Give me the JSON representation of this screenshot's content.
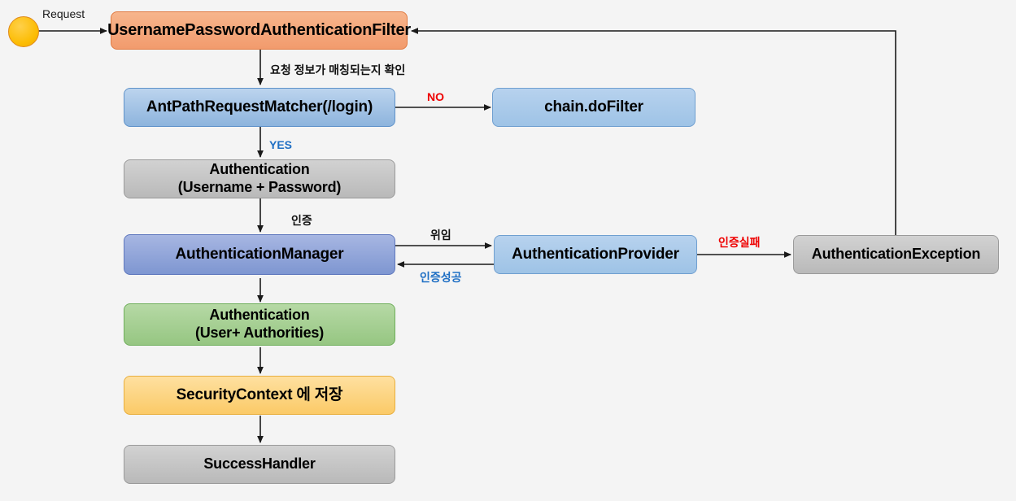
{
  "diagram": {
    "title": "Spring Security UsernamePasswordAuthenticationFilter flow",
    "background_color": "#f4f4f4",
    "colors": {
      "orange": "#f29b6d",
      "blue": "#8db4dd",
      "light_blue": "#9ec3e6",
      "gray": "#c3c3c3",
      "periwinkle": "#8096d3",
      "green": "#a5ce93",
      "yellow": "#fcd57f",
      "start_circle": "#fcbd05",
      "red_label": "#ee0000",
      "blue_label": "#1f6fc4",
      "edge_stroke": "#1a1a1a"
    },
    "start_node": {
      "name": "request-start"
    },
    "nodes": [
      {
        "id": "filter",
        "label": "UsernamePasswordAuthenticationFilter"
      },
      {
        "id": "matcher",
        "label": "AntPathRequestMatcher(/login)"
      },
      {
        "id": "dofilter",
        "label": "chain.doFilter"
      },
      {
        "id": "auth_in",
        "label": "Authentication\n(Username + Password)"
      },
      {
        "id": "manager",
        "label": "AuthenticationManager"
      },
      {
        "id": "provider",
        "label": "AuthenticationProvider"
      },
      {
        "id": "exception",
        "label": "AuthenticationException"
      },
      {
        "id": "auth_out",
        "label": "Authentication\n(User+ Authorities)"
      },
      {
        "id": "context",
        "label": "SecurityContext 에 저장"
      },
      {
        "id": "success",
        "label": "SuccessHandler"
      }
    ],
    "edge_labels": [
      {
        "id": "request",
        "text": "Request",
        "style": "plain"
      },
      {
        "id": "matching",
        "text": "요청 정보가 매칭되는지 확인",
        "style": "korean"
      },
      {
        "id": "no",
        "text": "NO",
        "style": "red"
      },
      {
        "id": "yes",
        "text": "YES",
        "style": "blue"
      },
      {
        "id": "authn",
        "text": "인증",
        "style": "korean"
      },
      {
        "id": "delegate",
        "text": "위임",
        "style": "korean"
      },
      {
        "id": "success",
        "text": "인증성공",
        "style": "blue"
      },
      {
        "id": "failure",
        "text": "인증실패",
        "style": "red"
      }
    ]
  }
}
